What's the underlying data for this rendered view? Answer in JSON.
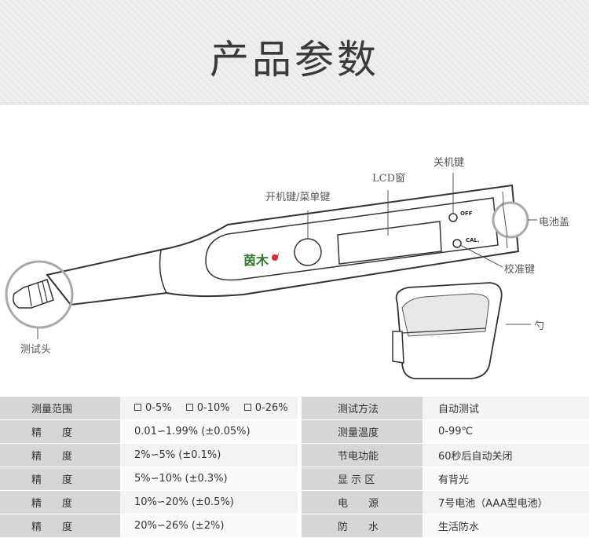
{
  "header": {
    "title": "产品参数"
  },
  "diagram": {
    "brand_name": "茵木",
    "callouts": {
      "power_menu_key": "开机键/菜单键",
      "lcd_window": "LCD窗",
      "off_key": "关机键",
      "battery_cover": "电池盖",
      "calibration_key": "校准键",
      "spoon": "勺",
      "test_head": "测试头"
    },
    "buttons": {
      "off": "OFF",
      "cal": "CAL."
    }
  },
  "specs": {
    "rows": [
      {
        "label": "测量范围",
        "value": "",
        "options": [
          "0-5%",
          "0-10%",
          "0-26%"
        ],
        "label2": "测试方法",
        "value2": "自动测试"
      },
      {
        "label": "精　　度",
        "value": "0.01∽1.99% (±0.05%)",
        "label2": "测量温度",
        "value2": "0-99℃"
      },
      {
        "label": "精　　度",
        "value": "2%∽5% (±0.1%)",
        "label2": "节电功能",
        "value2": "60秒后自动关闭"
      },
      {
        "label": "精　　度",
        "value": "5%∽10% (±0.3%)",
        "label2": "显 示 区",
        "value2": "有背光"
      },
      {
        "label": "精　　度",
        "value": "10%∽20% (±0.5%)",
        "label2": "电　　源",
        "value2": "7号电池（AAA型电池）"
      },
      {
        "label": "精　　度",
        "value": "20%∽26% (±2%)",
        "label2": "防　　水",
        "value2": "生活防水"
      }
    ]
  }
}
